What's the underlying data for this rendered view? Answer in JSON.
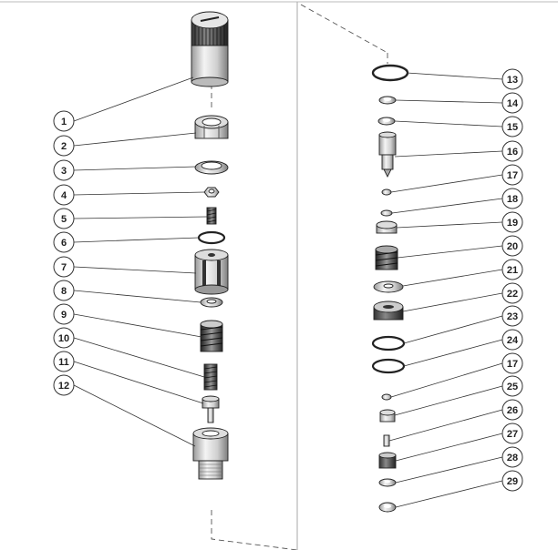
{
  "diagram": {
    "left_callouts": [
      "1",
      "2",
      "3",
      "4",
      "5",
      "6",
      "7",
      "8",
      "9",
      "10",
      "11",
      "12"
    ],
    "right_callouts": [
      "13",
      "14",
      "15",
      "16",
      "17",
      "18",
      "19",
      "20",
      "21",
      "22",
      "23",
      "24",
      "17",
      "25",
      "26",
      "27",
      "28",
      "29"
    ]
  }
}
